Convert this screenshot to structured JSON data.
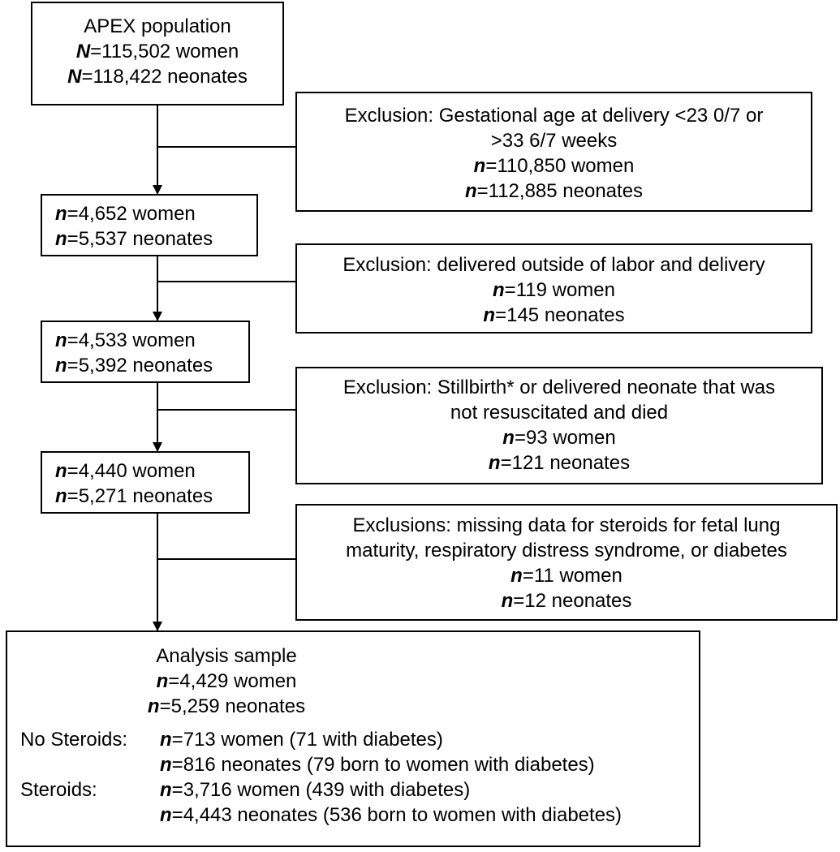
{
  "start": {
    "title": "APEX population",
    "women": {
      "letter": "N",
      "text": "=115,502 women"
    },
    "neonates": {
      "letter": "N",
      "text": "=118,422 neonates"
    }
  },
  "exclusion1": {
    "line1": "Exclusion:  Gestational age at delivery <23 0/7 or",
    "line2": ">33 6/7 weeks",
    "women": {
      "letter": "n",
      "text": "=110,850 women"
    },
    "neonates": {
      "letter": "n",
      "text": "=112,885 neonates"
    }
  },
  "step1": {
    "women": {
      "letter": "n",
      "text": "=4,652 women"
    },
    "neonates": {
      "letter": "n",
      "text": "=5,537 neonates"
    }
  },
  "exclusion2": {
    "line1": "Exclusion: delivered outside of labor and delivery",
    "women": {
      "letter": "n",
      "text": "=119 women"
    },
    "neonates": {
      "letter": "n",
      "text": "=145 neonates"
    }
  },
  "step2": {
    "women": {
      "letter": "n",
      "text": "=4,533 women"
    },
    "neonates": {
      "letter": "n",
      "text": "=5,392 neonates"
    }
  },
  "exclusion3": {
    "line1": "Exclusion: Stillbirth* or delivered neonate that was",
    "line2": "not resuscitated and died",
    "women": {
      "letter": "n",
      "text": "=93 women"
    },
    "neonates": {
      "letter": "n",
      "text": "=121 neonates"
    }
  },
  "step3": {
    "women": {
      "letter": "n",
      "text": "=4,440 women"
    },
    "neonates": {
      "letter": "n",
      "text": "=5,271 neonates"
    }
  },
  "exclusion4": {
    "line1": "Exclusions:  missing data for steroids for fetal lung",
    "line2": "maturity, respiratory distress syndrome, or diabetes",
    "women": {
      "letter": "n",
      "text": "=11 women"
    },
    "neonates": {
      "letter": "n",
      "text": "=12 neonates"
    }
  },
  "analysis": {
    "title": "Analysis sample",
    "women": {
      "letter": "n",
      "text": "=4,429 women"
    },
    "neonates": {
      "letter": "n",
      "text": "=5,259 neonates"
    },
    "no_steroids": {
      "label": "No Steroids:",
      "women": {
        "letter": "n",
        "text": "=713 women (71 with diabetes)"
      },
      "neonates": {
        "letter": "n",
        "text": "=816 neonates (79 born to women with diabetes)"
      }
    },
    "steroids": {
      "label": "Steroids:",
      "women": {
        "letter": "n",
        "text": "=3,716 women (439 with diabetes)"
      },
      "neonates": {
        "letter": "n",
        "text": "=4,443 neonates (536 born to women with diabetes)"
      }
    }
  }
}
